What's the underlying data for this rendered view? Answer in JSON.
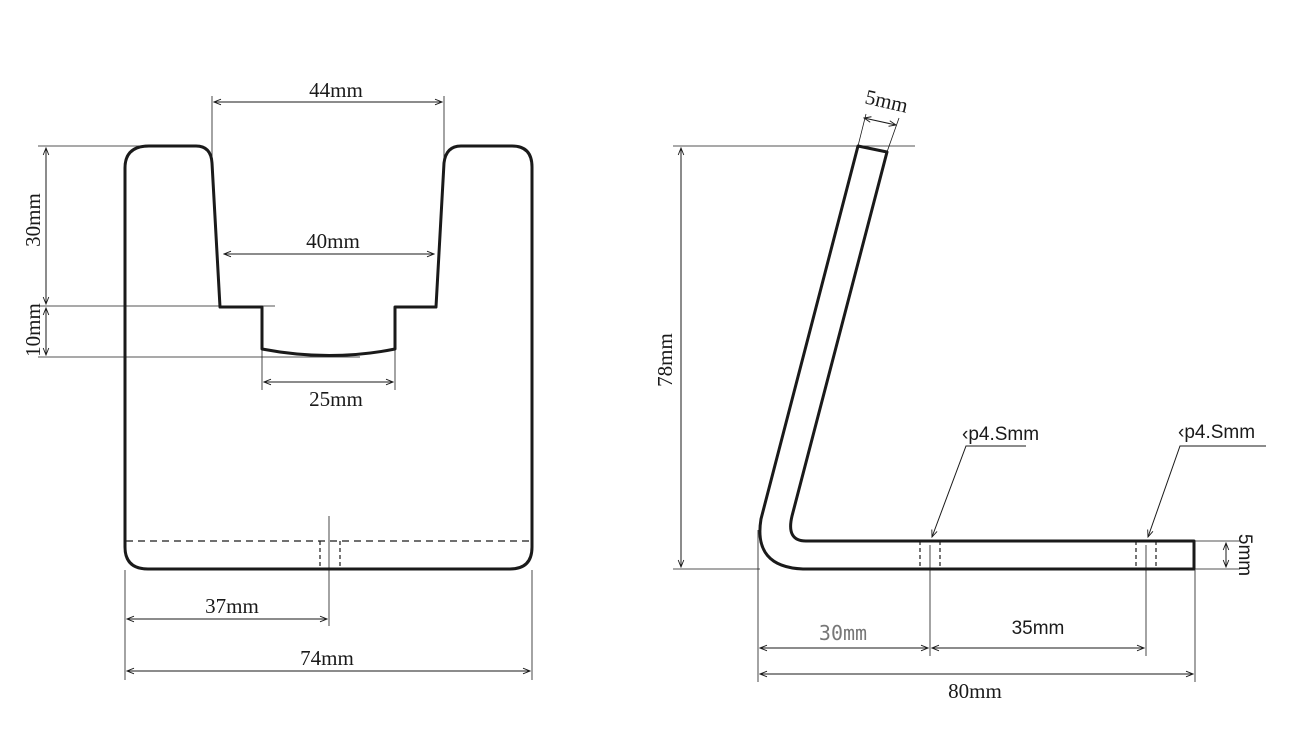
{
  "front_view": {
    "dim_top_width": "44mm",
    "dim_slot_width": "40mm",
    "dim_notch_width": "25mm",
    "dim_slot_depth": "30mm",
    "dim_notch_depth": "10mm",
    "dim_hole_offset": "37mm",
    "dim_total_width": "74mm"
  },
  "side_view": {
    "dim_thickness_top": "5mm",
    "dim_height": "78mm",
    "dim_hole1": "‹p4.Smm",
    "dim_hole2": "‹p4.Smm",
    "dim_base_thickness": "5mm",
    "dim_to_hole1": "30mm",
    "dim_between_holes": "35mm",
    "dim_total_length": "80mm"
  }
}
